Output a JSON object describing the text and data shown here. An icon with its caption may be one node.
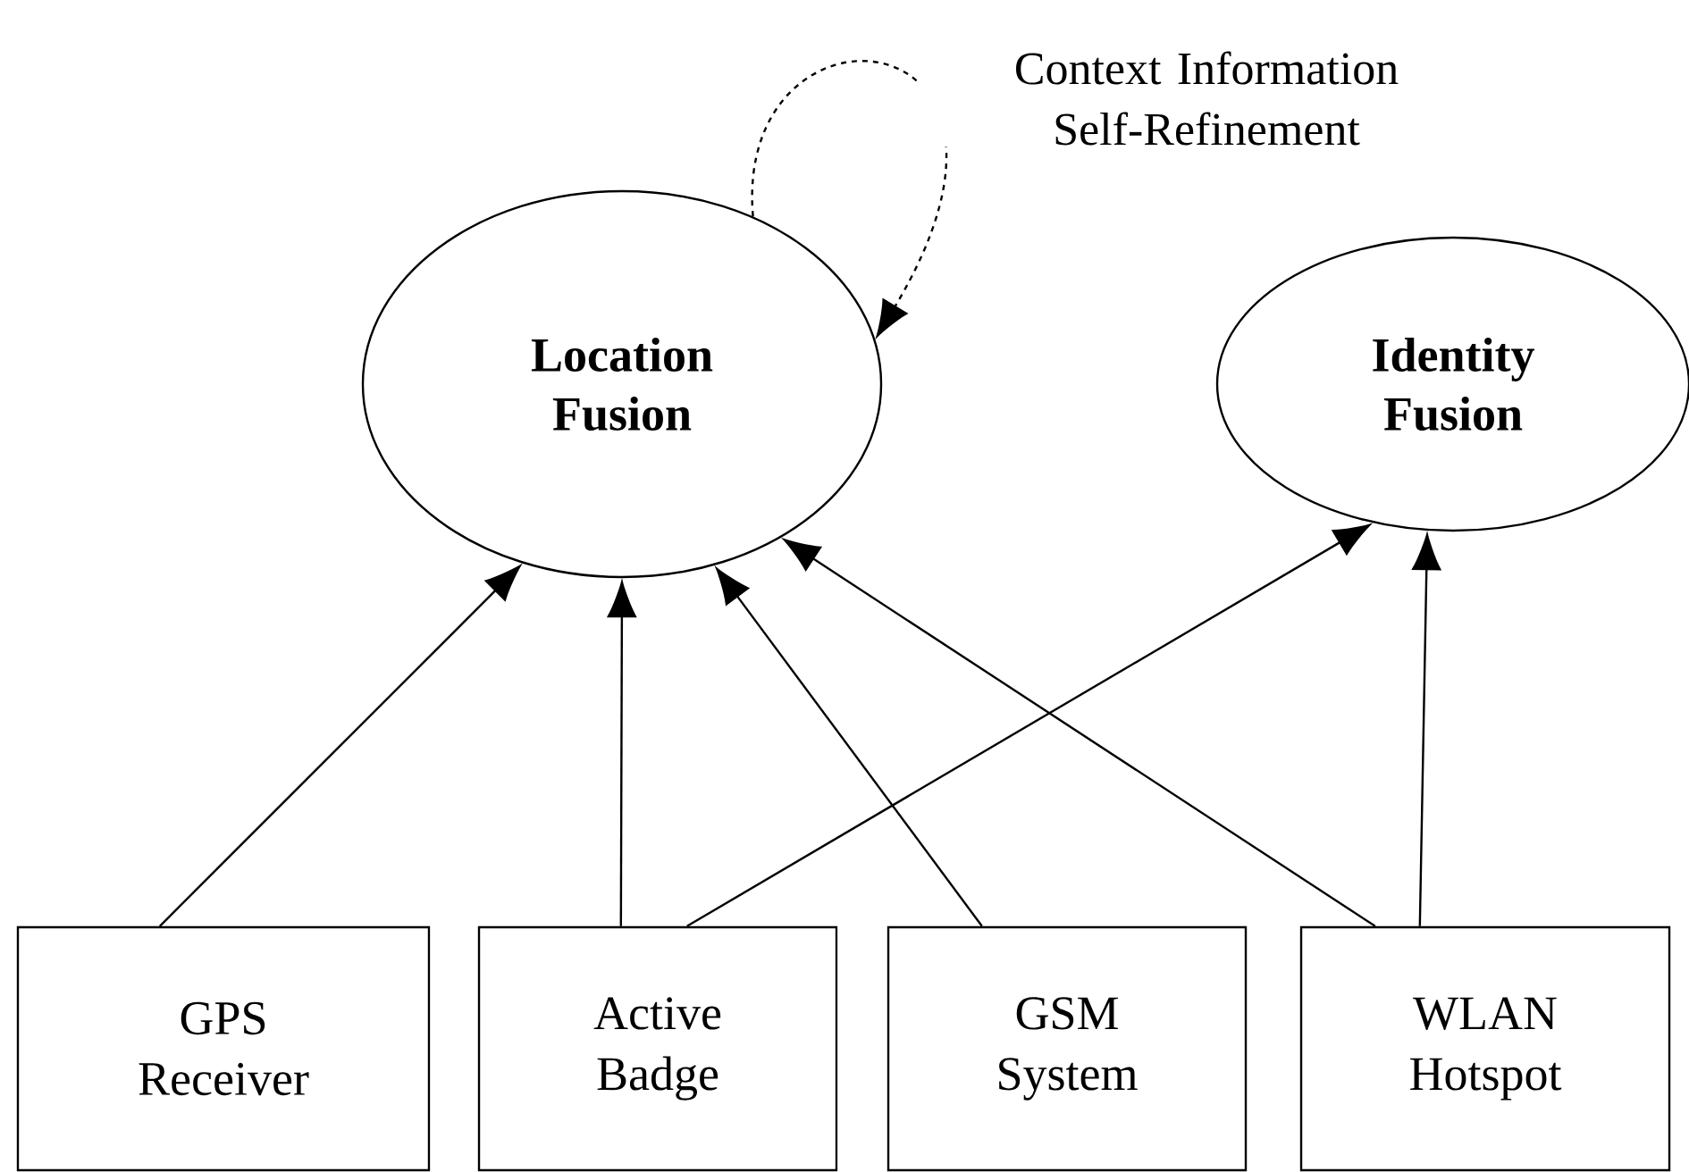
{
  "diagram": {
    "nodes": [
      {
        "text": [
          "Location Fusion"
        ]
      },
      {
        "text": [
          "Identity Fusion"
        ]
      },
      {
        "text": [
          "GPS Receiver"
        ]
      },
      {
        "text": [
          "Active Badge"
        ]
      },
      {
        "text": [
          "GSM System"
        ]
      },
      {
        "text": [
          "WLAN Hotspot"
        ]
      }
    ],
    "edges": [
      {
        "from": 0,
        "to": 0,
        "arrow": "to",
        "style": "dashed",
        "label": "Context Information Self-Refinement"
      },
      {
        "from": 2,
        "to": 0,
        "arrow": "to"
      },
      {
        "from": 3,
        "to": 0,
        "arrow": "to"
      },
      {
        "from": 4,
        "to": 0,
        "arrow": "to"
      },
      {
        "from": 5,
        "to": 0,
        "arrow": "to"
      },
      {
        "from": 3,
        "to": 1,
        "arrow": "to"
      },
      {
        "from": 5,
        "to": 1,
        "arrow": "to"
      }
    ]
  }
}
